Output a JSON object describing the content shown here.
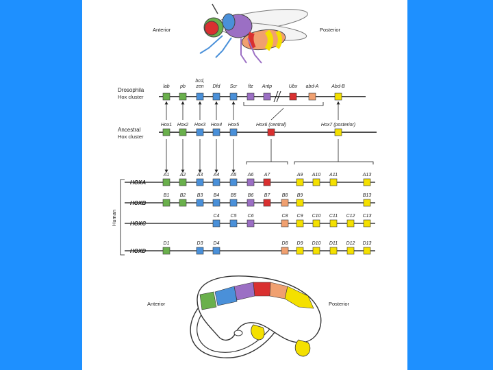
{
  "colors": {
    "background": "#1e90ff",
    "green": "#6ab04c",
    "blue": "#4a90d9",
    "purple": "#9b6fc4",
    "red": "#d93030",
    "orange": "#f0a070",
    "yellow": "#f4e000"
  },
  "fly": {
    "anterior": "Anterior",
    "posterior": "Posterior"
  },
  "embryo": {
    "anterior": "Anterior",
    "posterior": "Posterior"
  },
  "drosophila": {
    "title": "Drosophila",
    "subtitle": "Hox cluster",
    "genes": [
      {
        "label": "lab",
        "color": "green"
      },
      {
        "label": "pb",
        "color": "green"
      },
      {
        "label": "bcd, zen",
        "color": "blue"
      },
      {
        "label": "Dfd",
        "color": "blue"
      },
      {
        "label": "Scr",
        "color": "blue"
      },
      {
        "label": "ftz",
        "color": "purple"
      },
      {
        "label": "Antp",
        "color": "purple"
      },
      {
        "label": "Ubx",
        "color": "red"
      },
      {
        "label": "abd-A",
        "color": "orange"
      },
      {
        "label": "Abd-B",
        "color": "yellow"
      }
    ]
  },
  "ancestral": {
    "title": "Ancestral",
    "subtitle": "Hox cluster",
    "genes": [
      {
        "label": "Hox1",
        "color": "green"
      },
      {
        "label": "Hox2",
        "color": "green"
      },
      {
        "label": "Hox3",
        "color": "blue"
      },
      {
        "label": "Hox4",
        "color": "blue"
      },
      {
        "label": "Hox5",
        "color": "blue"
      },
      {
        "label": "Hox6 (central)",
        "color": "red"
      },
      {
        "label": "Hox7 (posterior)",
        "color": "yellow"
      }
    ]
  },
  "human": {
    "label": "Human",
    "clusters": [
      {
        "name": "HOXA",
        "genes": [
          "A1",
          "A2",
          "A3",
          "A4",
          "A5",
          "A6",
          "A7",
          "A9",
          "A10",
          "A11",
          "A13"
        ]
      },
      {
        "name": "HOXB",
        "genes": [
          "B1",
          "B2",
          "B3",
          "B4",
          "B5",
          "B6",
          "B7",
          "B8",
          "B9",
          "B13"
        ]
      },
      {
        "name": "HOXC",
        "genes": [
          "C4",
          "C5",
          "C6",
          "C8",
          "C9",
          "C10",
          "C11",
          "C12",
          "C13"
        ]
      },
      {
        "name": "HOXD",
        "genes": [
          "D1",
          "D3",
          "D4",
          "D8",
          "D9",
          "D10",
          "D11",
          "D12",
          "D13"
        ]
      }
    ]
  }
}
